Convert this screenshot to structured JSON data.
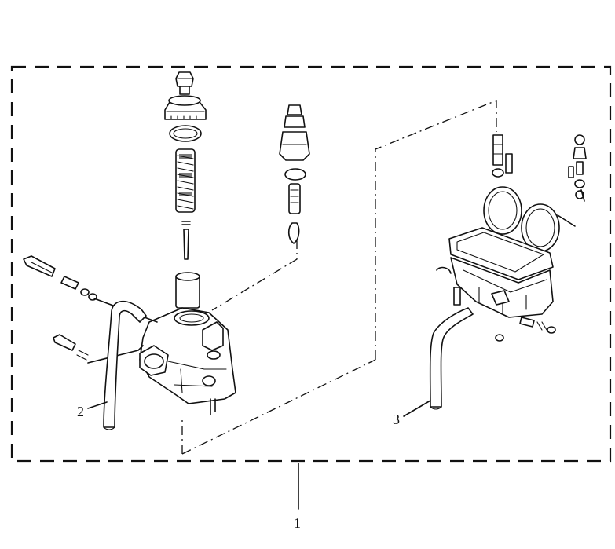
{
  "callouts": {
    "assembly": "1",
    "hose_left": "2",
    "hose_right": "3"
  },
  "colors": {
    "ink": "#111111",
    "paper": "#ffffff"
  }
}
